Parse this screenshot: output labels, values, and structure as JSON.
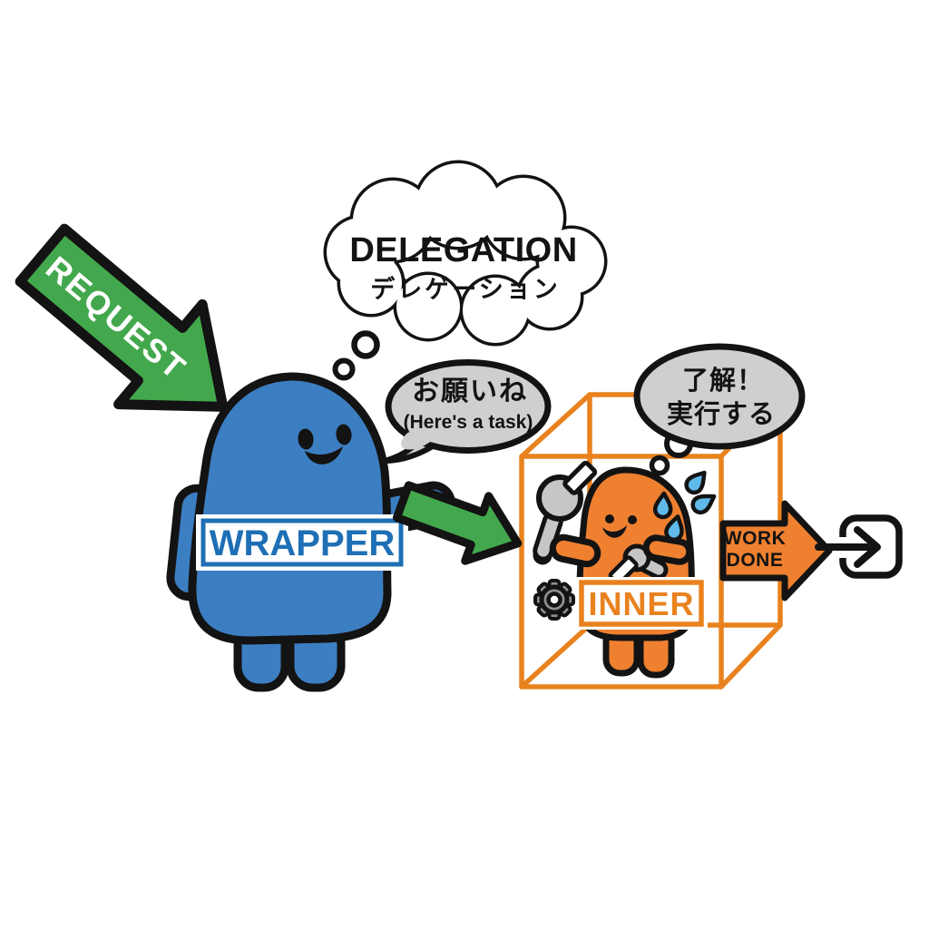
{
  "colors": {
    "background": "#FFFFFF",
    "outline": "#131313",
    "wrapper_blue": "#3C7EC2",
    "wrapper_label_blue": "#1E6FB5",
    "inner_orange": "#EF8030",
    "cube_orange": "#E9821E",
    "arrow_green": "#43A84D",
    "bubble_gray": "#CFCFCF",
    "sweat_blue": "#5FB9E9",
    "metal_gray": "#C6C6C6",
    "gear_gray": "#8F8F8F",
    "text_white": "#FFFFFF",
    "text_black": "#131313"
  },
  "request_arrow": {
    "label": "REQUEST"
  },
  "delegation_cloud": {
    "title": "DELEGATION",
    "subtitle": "デレゲーション"
  },
  "wrapper_character": {
    "label": "WRAPPER"
  },
  "task_speech_bubble": {
    "line1": "お願いね",
    "line2": "(Here's a task)"
  },
  "inner_character": {
    "label": "INNER"
  },
  "inner_thought_bubble": {
    "line1": "了解！",
    "line2": "実行する"
  },
  "work_done_arrow": {
    "line1": "WORK",
    "line2": "DONE"
  }
}
